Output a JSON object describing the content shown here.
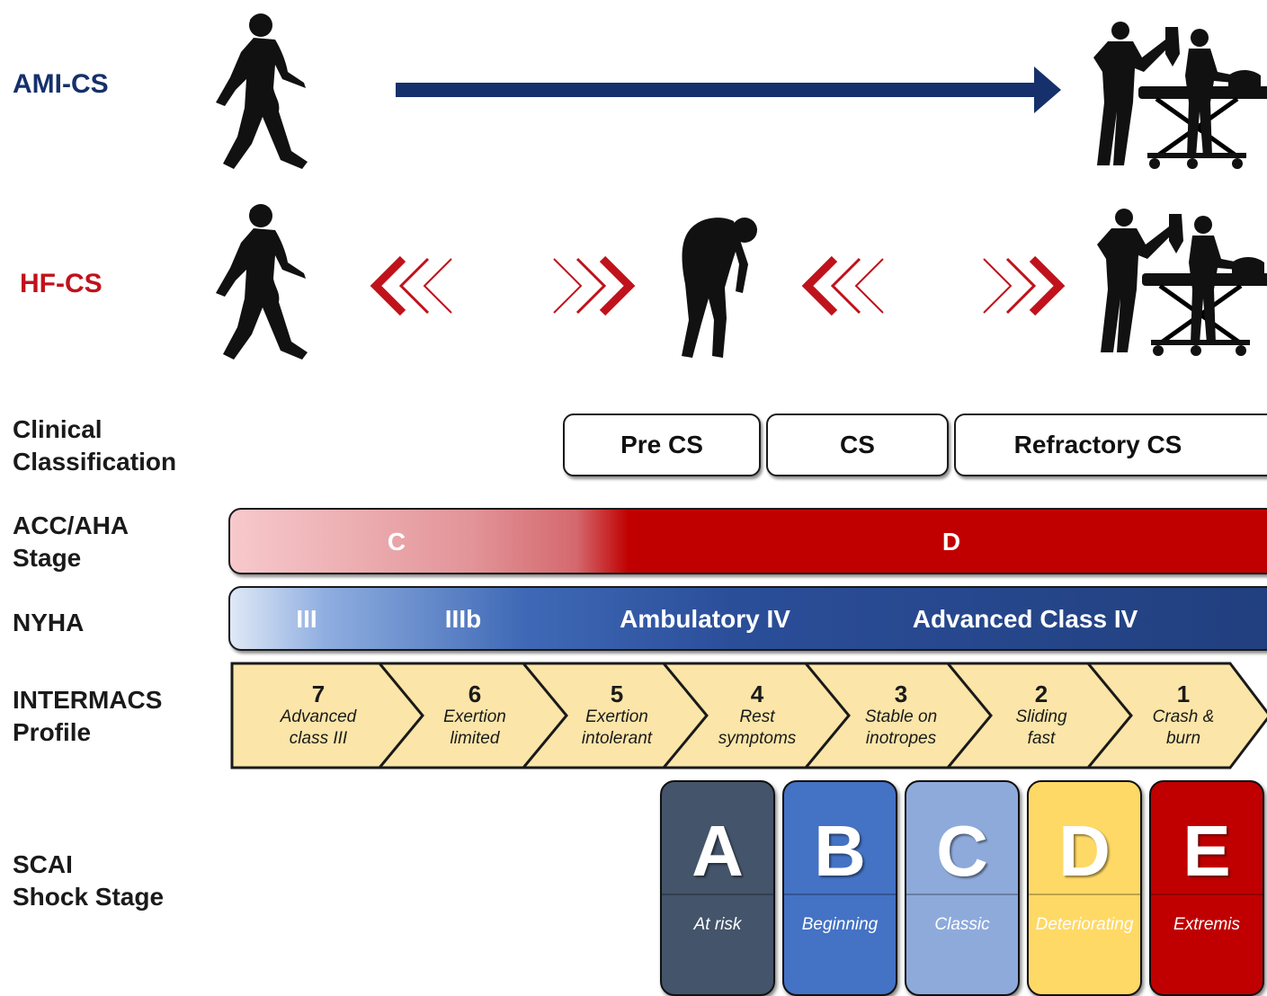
{
  "rows": {
    "ami": "AMI-CS",
    "hf": "HF-CS",
    "clinical": [
      "Clinical",
      "Classification"
    ],
    "acc": [
      "ACC/AHA",
      "Stage"
    ],
    "nyha": "NYHA",
    "intermacs": [
      "INTERMACS",
      "Profile"
    ],
    "scai": [
      "SCAI",
      "Shock Stage"
    ]
  },
  "clinical_classes": [
    "Pre CS",
    "CS",
    "Refractory CS"
  ],
  "acc_stages": [
    "C",
    "D"
  ],
  "nyha_classes": [
    "III",
    "IIIb",
    "Ambulatory IV",
    "Advanced Class IV"
  ],
  "intermacs_profiles": [
    {
      "num": "7",
      "line1": "Advanced",
      "line2": "class III"
    },
    {
      "num": "6",
      "line1": "Exertion",
      "line2": "limited"
    },
    {
      "num": "5",
      "line1": "Exertion",
      "line2": "intolerant"
    },
    {
      "num": "4",
      "line1": "Rest",
      "line2": "symptoms"
    },
    {
      "num": "3",
      "line1": "Stable on",
      "line2": "inotropes"
    },
    {
      "num": "2",
      "line1": "Sliding",
      "line2": "fast"
    },
    {
      "num": "1",
      "line1": "Crash &",
      "line2": "burn"
    }
  ],
  "scai_stages": [
    {
      "letter": "A",
      "desc": "At risk",
      "color": "#44546a"
    },
    {
      "letter": "B",
      "desc": "Beginning",
      "color": "#4472c4"
    },
    {
      "letter": "C",
      "desc": "Classic",
      "color": "#8eaadb"
    },
    {
      "letter": "D",
      "desc": "Deteriorating",
      "color": "#ffd966"
    },
    {
      "letter": "E",
      "desc": "Extremis",
      "color": "#c00000"
    }
  ],
  "colors": {
    "ami_arrow": "#15306b",
    "hf_chevrons": "#c0121b",
    "intermacs_fill": "#fbe5a8"
  },
  "icons": [
    "walking-person-icon",
    "hunched-person-icon",
    "resuscitation-team-icon"
  ]
}
